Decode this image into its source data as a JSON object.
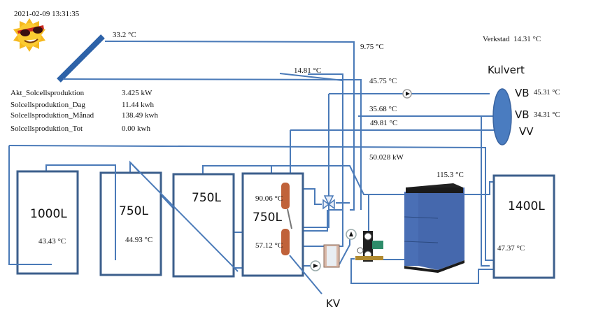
{
  "header": {
    "timestamp": "2021-02-09 13:31:35"
  },
  "solar": {
    "collector_temp": "33.2 °C",
    "stats": [
      {
        "label": "Akt_Solcellsproduktion",
        "value": "3.425 kW"
      },
      {
        "label": "Solcellsproduktion_Dag",
        "value": "11.44 kwh"
      },
      {
        "label": "Solcellsproduktion_Månad",
        "value": "138.49 kwh"
      },
      {
        "label": "Solcellsproduktion_Tot",
        "value": "0.00 kwh"
      }
    ]
  },
  "pipes": {
    "t1": "9.75 °C",
    "t2": "14.81 °C",
    "t3": "45.75 °C",
    "t4": "35.68 °C",
    "t5": "49.81 °C",
    "power": "50.028 kW"
  },
  "workshop": {
    "label": "Verkstad",
    "temp": "14.31 °C"
  },
  "kulvert": {
    "title": "Kulvert",
    "lines": [
      {
        "label": "VB",
        "temp": "45.31 °C"
      },
      {
        "label": "VB",
        "temp": "34.31 °C"
      },
      {
        "label": "VV",
        "temp": ""
      }
    ]
  },
  "tanks": [
    {
      "label": "1000L",
      "temp": "43.43 °C"
    },
    {
      "label": "750L",
      "temp": "44.93 °C"
    },
    {
      "label": "750L",
      "temp": ""
    },
    {
      "label": "750L",
      "temp_top": "90.06 °C",
      "temp_bottom": "57.12 °C"
    },
    {
      "label": "1400L",
      "temp": "47.37 °C"
    }
  ],
  "boiler": {
    "temp": "115.3 °C"
  },
  "cold_water": {
    "label": "KV"
  },
  "colors": {
    "pipe": "#4a7ab8",
    "tank": "#3c5f8c",
    "boiler": "#4a6fb5",
    "kulvert": "#4a7cc0",
    "coil": "#c0623a"
  }
}
